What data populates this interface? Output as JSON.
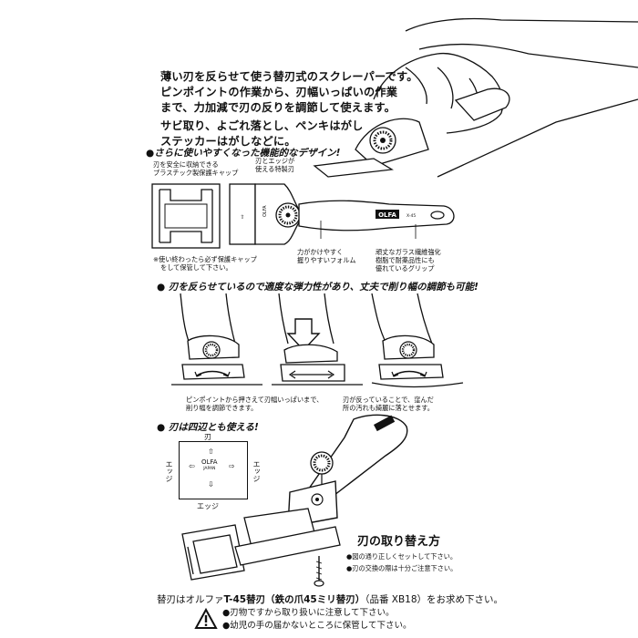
{
  "intro": {
    "lines": [
      "薄い刃を反らせて使う替刃式のスクレーパーです。",
      "ピンポイントの作業から、刃幅いっぱいの作業",
      "まで、力加減で刃の反りを調節して使えます。",
      "サビ取り、よごれ落とし、ペンキはがし",
      "ステッカーはがしなどに。"
    ]
  },
  "sections": {
    "design": "●さらに使いやすくなった機能的なデザイン!",
    "flex": "● 刃を反らせているので適度な弾力性があり、丈夫で削り幅の調節も可能!",
    "four_sides": "● 刃は四辺とも使える!"
  },
  "design_labels": {
    "cap": [
      "刃を安全に収納できる",
      "プラスチック製保護キャップ"
    ],
    "blade": [
      "刃とエッジが",
      "使える特製刃"
    ],
    "grip_form": [
      "力がかけやすく",
      "握りやすいフォルム"
    ],
    "grip_material": [
      "頑丈なガラス繊維強化",
      "樹脂で耐薬品性にも",
      "優れているグリップ"
    ],
    "cap_note": [
      "※使い終わったら必ず保護キャップ",
      "をして保管して下さい。"
    ]
  },
  "flex_labels": {
    "left": [
      "ピンポイントから押さえて刃幅いっぱいまで、",
      "削り幅を調節できます。"
    ],
    "right": [
      "刃が反っていることで、窪んだ",
      "所の汚れも綺麗に落とせます。"
    ]
  },
  "blade_diagram": {
    "top": "刃",
    "bottom": "エッジ",
    "left": "エッジ",
    "right": "エッジ",
    "brand": "OLFA",
    "origin": "JAPAN"
  },
  "brand": {
    "logo": "OLFA",
    "model": "X-45"
  },
  "replace": {
    "title": "刃の取り替え方",
    "notes": [
      "●図の通り正しくセットして下さい。",
      "●刃の交換の際は十分ご注意下さい。"
    ]
  },
  "footer": {
    "line1_pre": "替刃はオルファ",
    "line1_bold": "T-45替刃（鉄の爪45ミリ替刃）",
    "line1_post": "（品番 XB18）をお求め下さい。",
    "warnings": [
      "●刃物ですから取り扱いに注意して下さい。",
      "●幼児の手の届かないところに保管して下さい。"
    ]
  }
}
